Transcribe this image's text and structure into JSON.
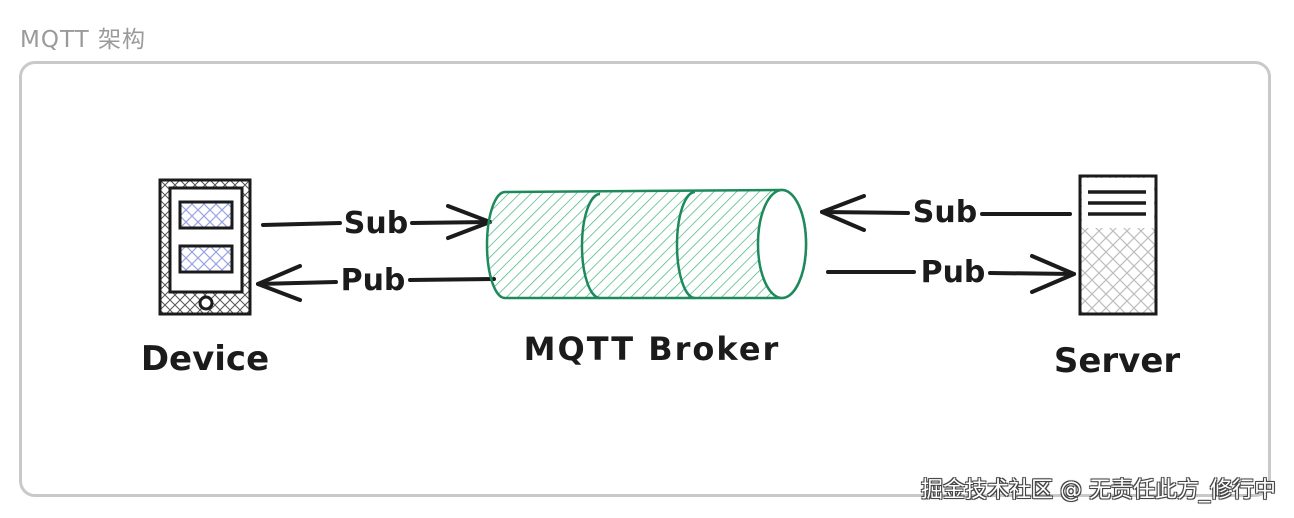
{
  "frame": {
    "title": "MQTT 架构"
  },
  "nodes": {
    "device": {
      "label": "Device"
    },
    "broker": {
      "label": "MQTT Broker"
    },
    "server": {
      "label": "Server"
    }
  },
  "edges": {
    "device_sub": "Sub",
    "device_pub": "Pub",
    "server_sub": "Sub",
    "server_pub": "Pub"
  },
  "colors": {
    "broker_stroke": "#1e8a5c",
    "broker_hatch": "#3fb37a",
    "device_hatch": "#7b86d9",
    "stroke": "#1b1b1b",
    "frame_border": "#c9c9c9"
  },
  "icons": {
    "device": "mobile-device-icon",
    "server": "server-rack-icon",
    "broker": "queue-cylinder-icon"
  },
  "watermark": "掘金技术社区 @ 无责任此方_修行中"
}
